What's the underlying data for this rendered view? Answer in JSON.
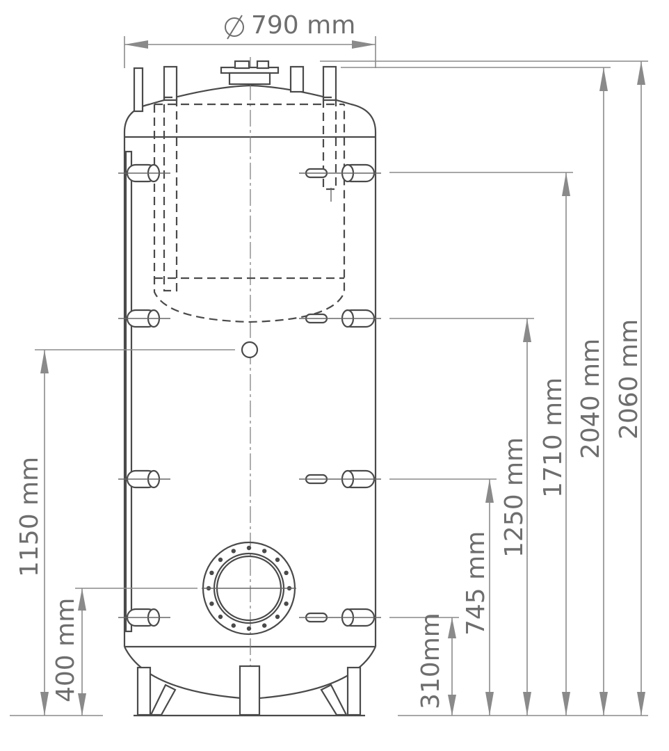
{
  "dimensions": {
    "diameter": "790 mm",
    "overall_height": "2060 mm",
    "top_port_height": "2040 mm",
    "port_upper": "1710 mm",
    "port_mid_upper": "1250 mm",
    "port_mid_lower": "745 mm",
    "port_bottom": "310mm",
    "sensor_height": "1150 mm",
    "flange_height": "400 mm"
  },
  "colors": {
    "line": "#4a4a4a",
    "dimension": "#8a8a8a",
    "text": "#6e6e6e"
  }
}
